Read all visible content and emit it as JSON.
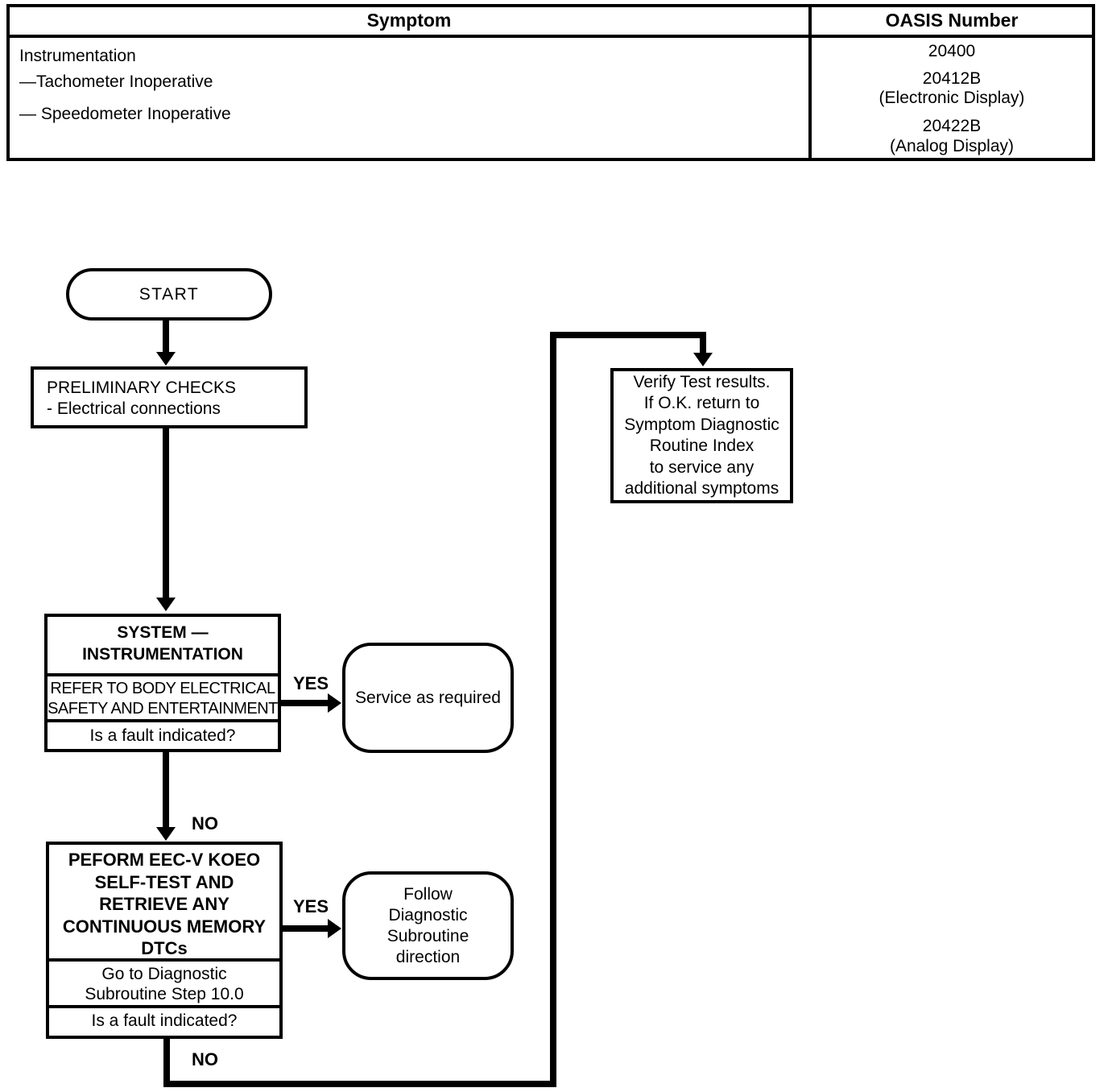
{
  "colors": {
    "ink": "#000000",
    "paper": "#ffffff"
  },
  "table": {
    "headers": {
      "symptom": "Symptom",
      "oasis": "OASIS Number"
    },
    "symptom_lines": [
      "Instrumentation",
      "—Tachometer Inoperative",
      "— Speedometer Inoperative"
    ],
    "oasis_lines": [
      "20400",
      "20412B",
      "(Electronic Display)",
      "20422B",
      "(Analog Display)"
    ]
  },
  "flowchart": {
    "start_label": "START",
    "preliminary": {
      "lines": [
        "PRELIMINARY CHECKS",
        "- Electrical connections"
      ]
    },
    "system": {
      "title_lines": [
        "SYSTEM —",
        "INSTRUMENTATION"
      ],
      "body_lines": [
        "REFER TO BODY ELECTRICAL",
        "SAFETY AND ENTERTAINMENT"
      ],
      "question": "Is a fault indicated?"
    },
    "service_label": "Service as required",
    "perform": {
      "title_lines": [
        "PEFORM EEC-V KOEO",
        "SELF-TEST AND",
        "RETRIEVE ANY",
        "CONTINUOUS MEMORY",
        "DTCs"
      ],
      "goto_lines": [
        "Go to Diagnostic",
        "Subroutine Step 10.0"
      ],
      "question": "Is a fault indicated?"
    },
    "follow": {
      "lines": [
        "Follow",
        "Diagnostic",
        "Subroutine",
        "direction"
      ]
    },
    "verify": {
      "lines": [
        "Verify Test results.",
        "If O.K. return to",
        "Symptom Diagnostic",
        "Routine Index",
        "to service any",
        "additional symptoms"
      ]
    },
    "labels": {
      "yes_system": "YES",
      "no_system": "NO",
      "yes_perform": "YES",
      "no_perform": "NO"
    }
  }
}
